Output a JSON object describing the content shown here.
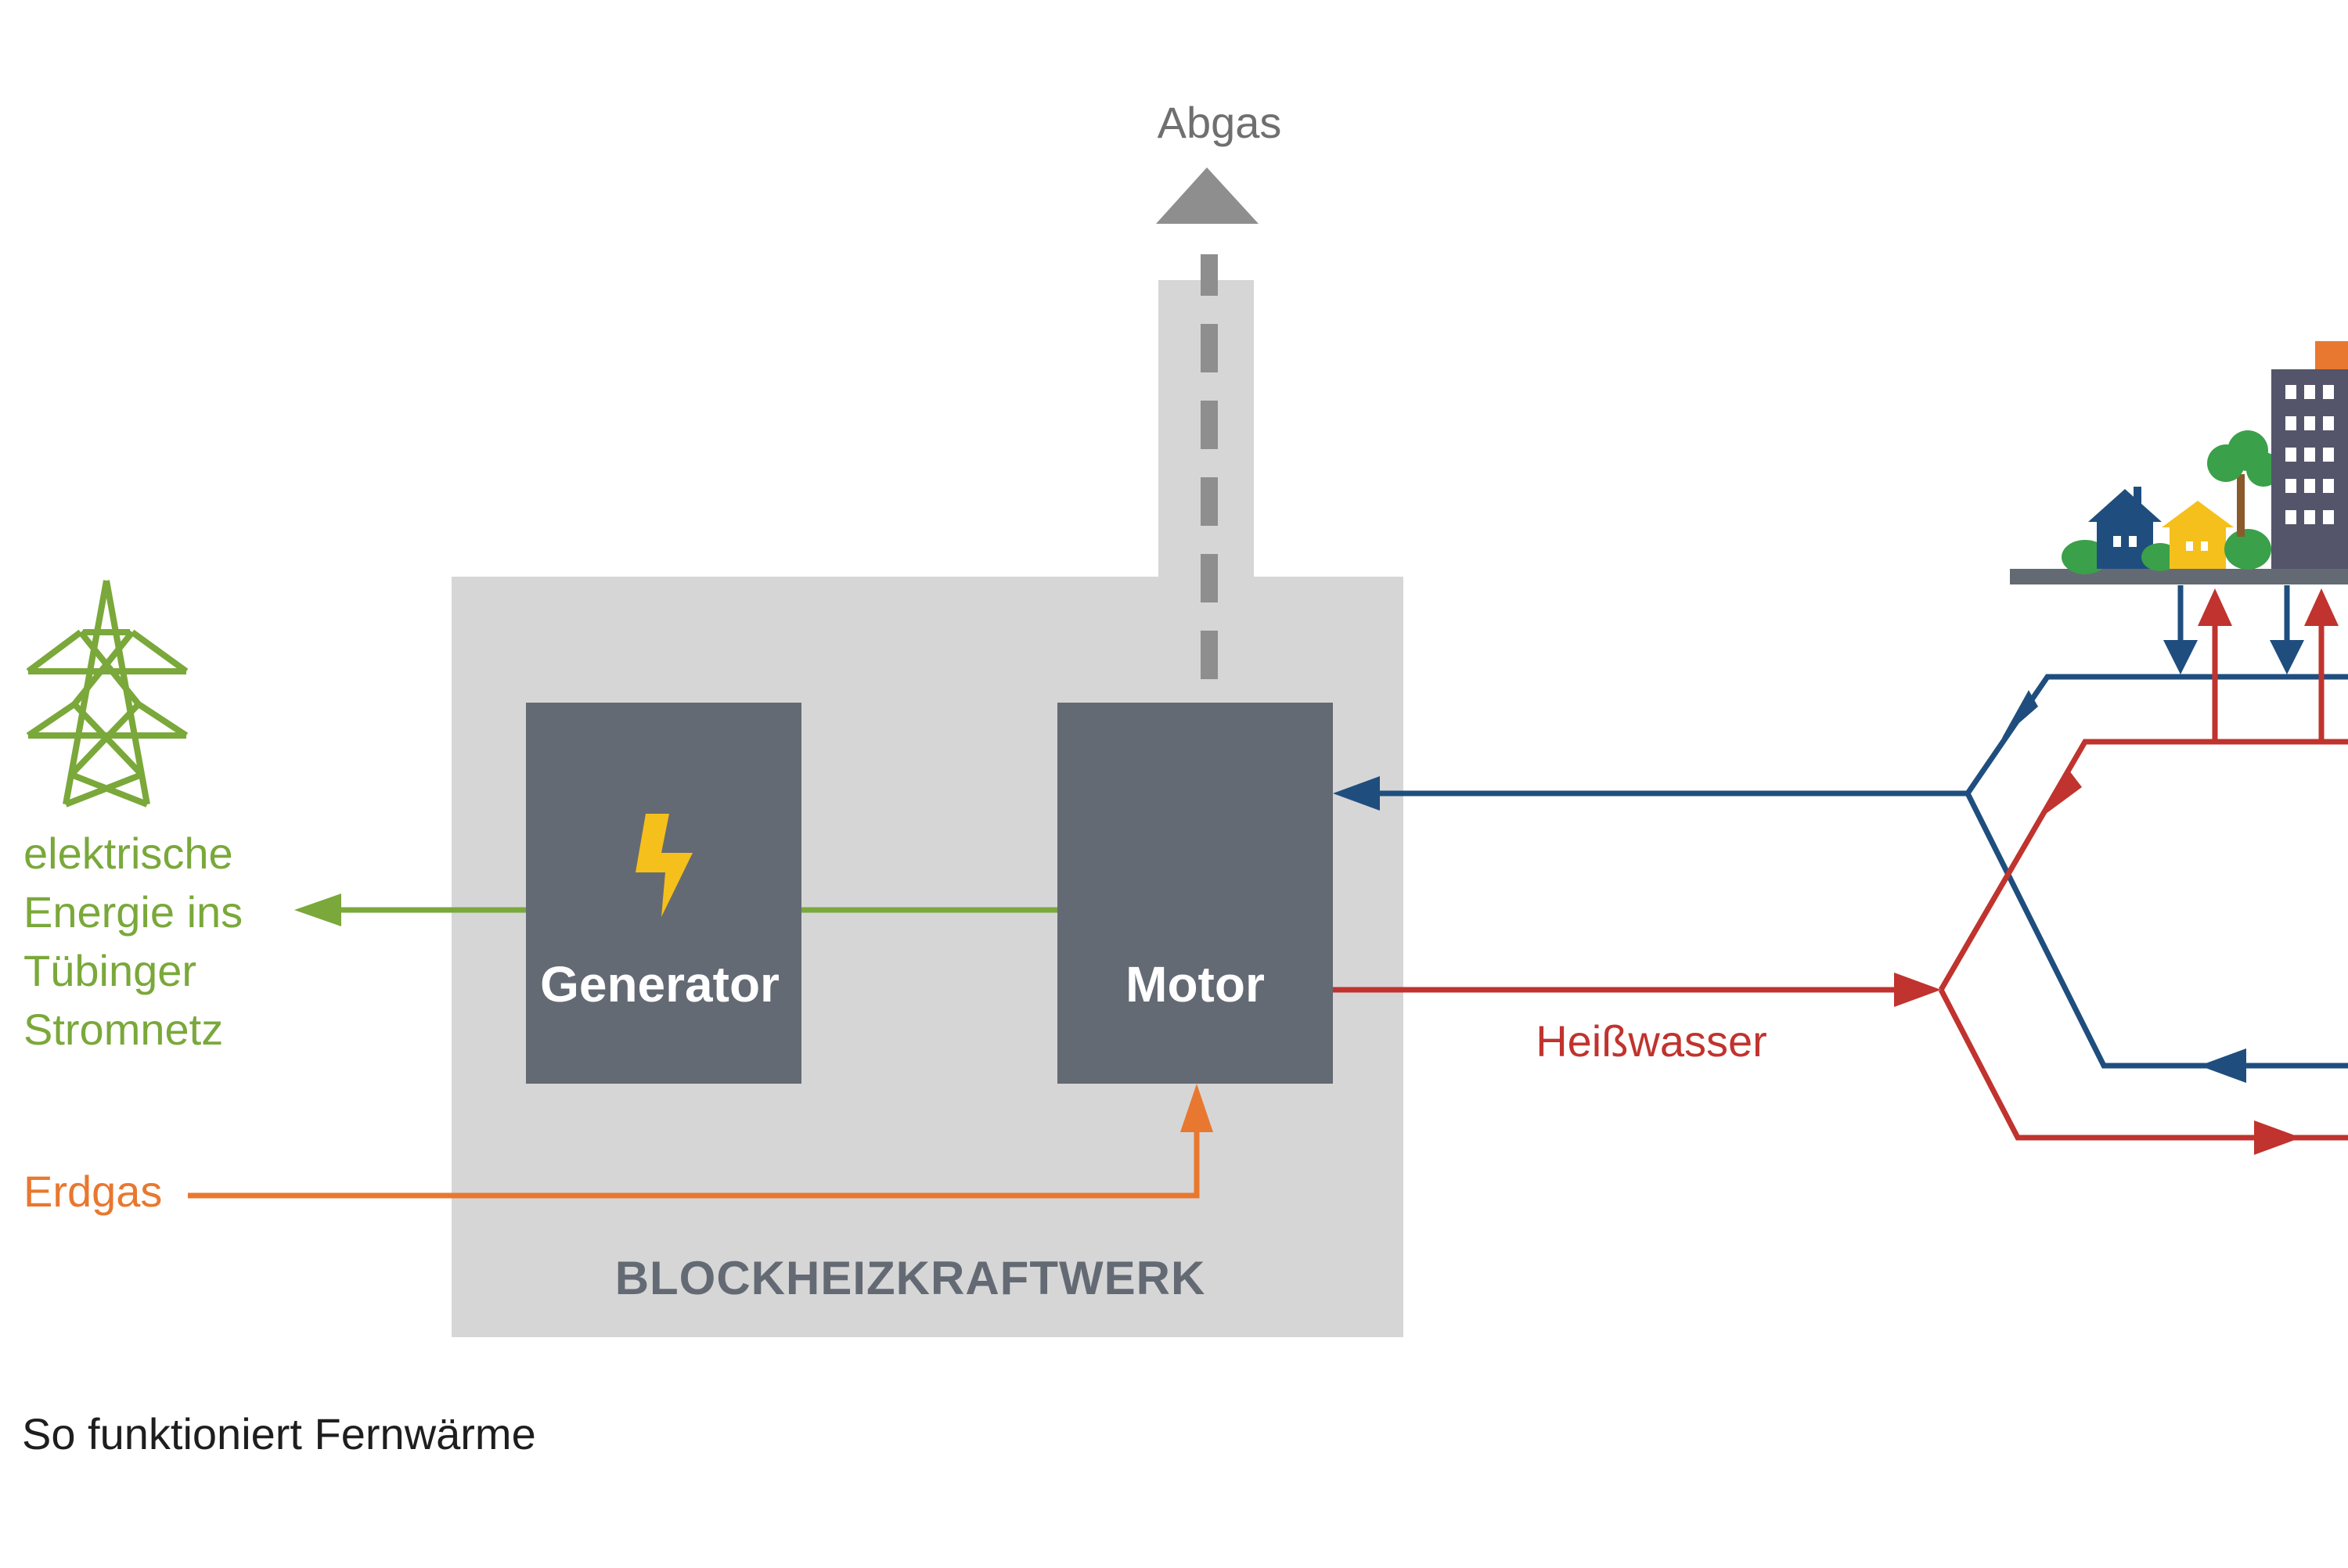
{
  "labels": {
    "exhaust": "Abgas",
    "electric": [
      "elektrische",
      "Energie ins",
      "Tübinger",
      "Stromnetz"
    ],
    "gas": "Erdgas",
    "hot_water": "Heißwasser"
  },
  "boxes": {
    "generator": "Generator",
    "motor": "Motor",
    "plant": "BLOCKHEIZKRAFTWERK"
  },
  "caption": "So funktioniert Fernwärme",
  "colors": {
    "green": "#7aa83a",
    "orange": "#e8782f",
    "red": "#c0332e",
    "blue": "#1f4e7e",
    "gray_light": "#d6d6d6",
    "gray_dark": "#646a73",
    "bolt": "#f5c01b",
    "exhaust_arrow": "#8e8e8e"
  },
  "icons": [
    "power-pylon-icon",
    "lightning-bolt-icon",
    "exhaust-arrow-icon",
    "houses-icon"
  ]
}
